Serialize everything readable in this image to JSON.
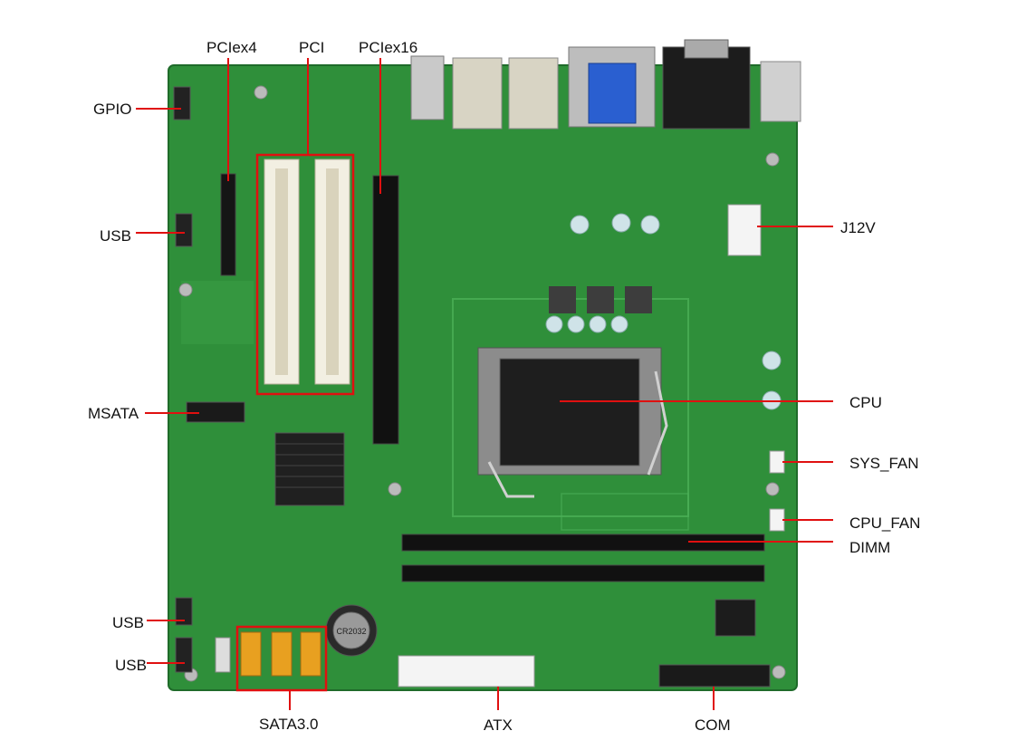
{
  "callouts": {
    "pciex4": "PCIex4",
    "pci": "PCI",
    "pciex16": "PCIex16",
    "gpio": "GPIO",
    "usb_1": "USB",
    "j12v": "J12V",
    "msata": "MSATA",
    "cpu": "CPU",
    "sys_fan": "SYS_FAN",
    "cpu_fan": "CPU_FAN",
    "dimm": "DIMM",
    "usb_2": "USB",
    "usb_3": "USB",
    "sata": "SATA3.0",
    "atx": "ATX",
    "com": "COM"
  },
  "board_label_text": "CR2032",
  "colors": {
    "pcb": "#2f8f3a",
    "pcb_dark": "#1f6b2a",
    "callout_line": "#e01010",
    "label_text": "#111111",
    "vga_port": "#2a5fd0",
    "sata_connector": "#e8a020"
  }
}
